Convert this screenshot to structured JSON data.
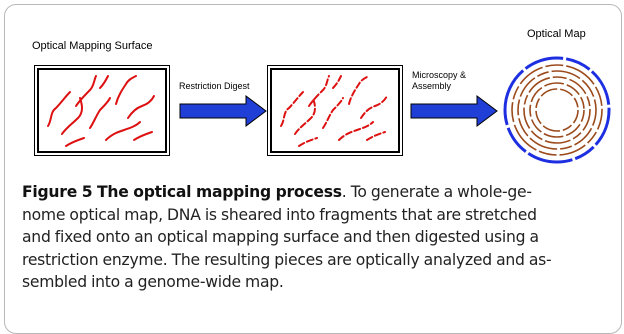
{
  "figure": {
    "surface_label": "Optical Mapping Surface",
    "map_label": "Optical Map",
    "arrow1_label": "Restriction Digest",
    "arrow2_label": "Microscopy &\nAssembly",
    "caption_title": "Figure 5 The optical mapping process",
    "caption_body": ". To generate a whole-ge-\nnome optical map, DNA is sheared into fragments that are stretched\nand fixed onto an optical mapping surface and then digested using a\nrestriction enzyme. The resulting pieces are optically analyzed and as-\nsembled into a genome-wide map.",
    "colors": {
      "fragment": "#dd1111",
      "arrow": "#1f3fd6",
      "map_outer": "#1d2fe0",
      "map_inner": "#9b4a1c"
    }
  }
}
